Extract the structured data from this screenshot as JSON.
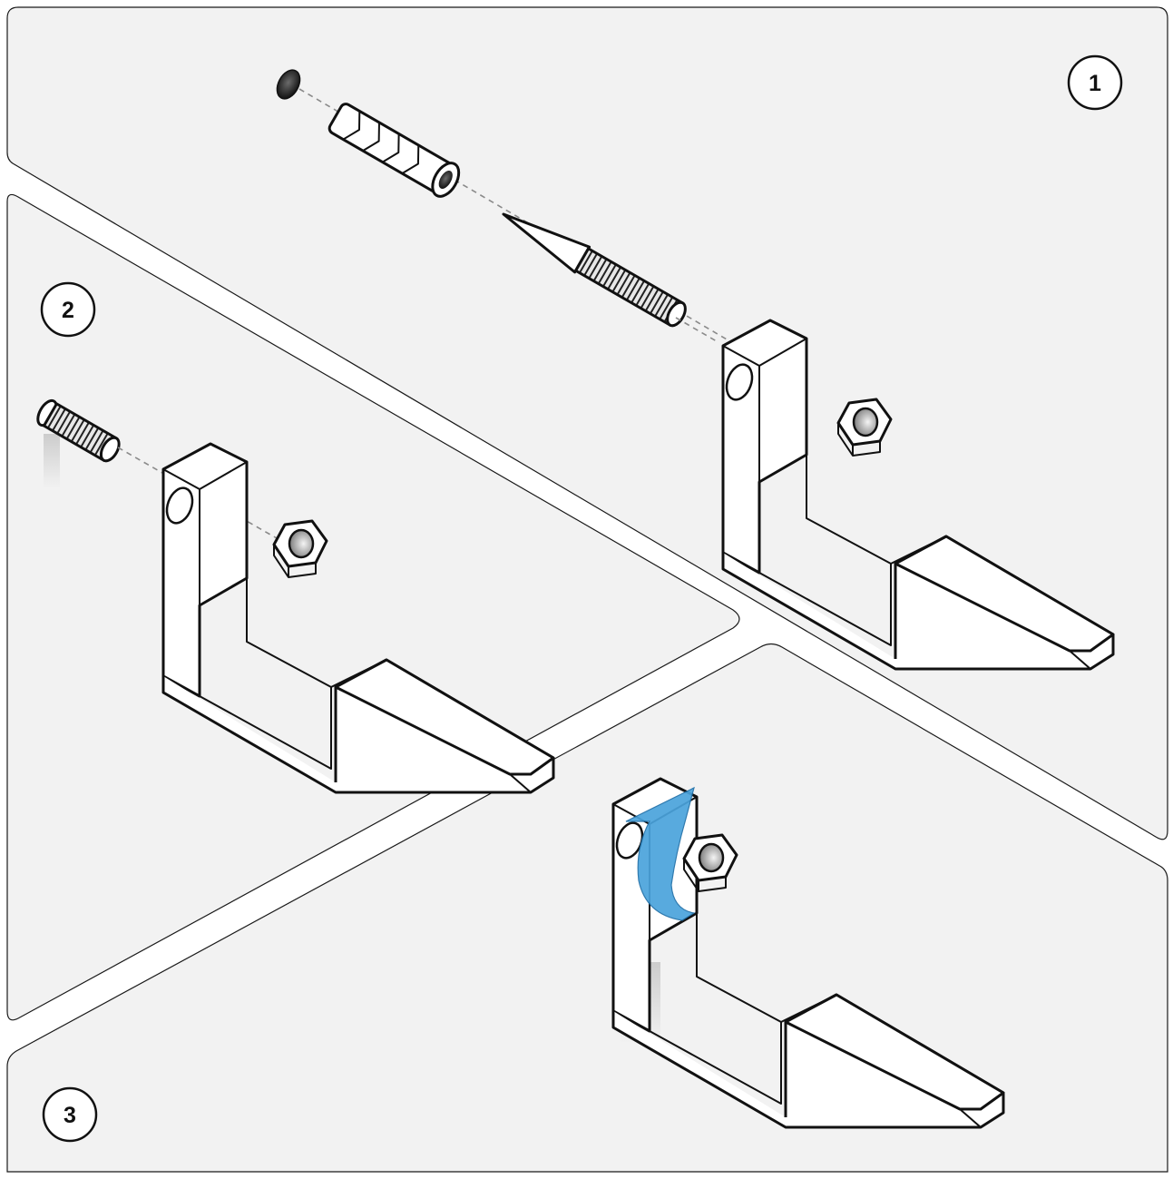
{
  "steps": [
    {
      "label": "1"
    },
    {
      "label": "2"
    },
    {
      "label": "3"
    }
  ],
  "colors": {
    "panel_fill": "#f2f2f2",
    "outline": "#111111",
    "rotate_arrow": "#4aa3dc"
  },
  "icons": {
    "rotate": "rotate-arrow-icon"
  }
}
